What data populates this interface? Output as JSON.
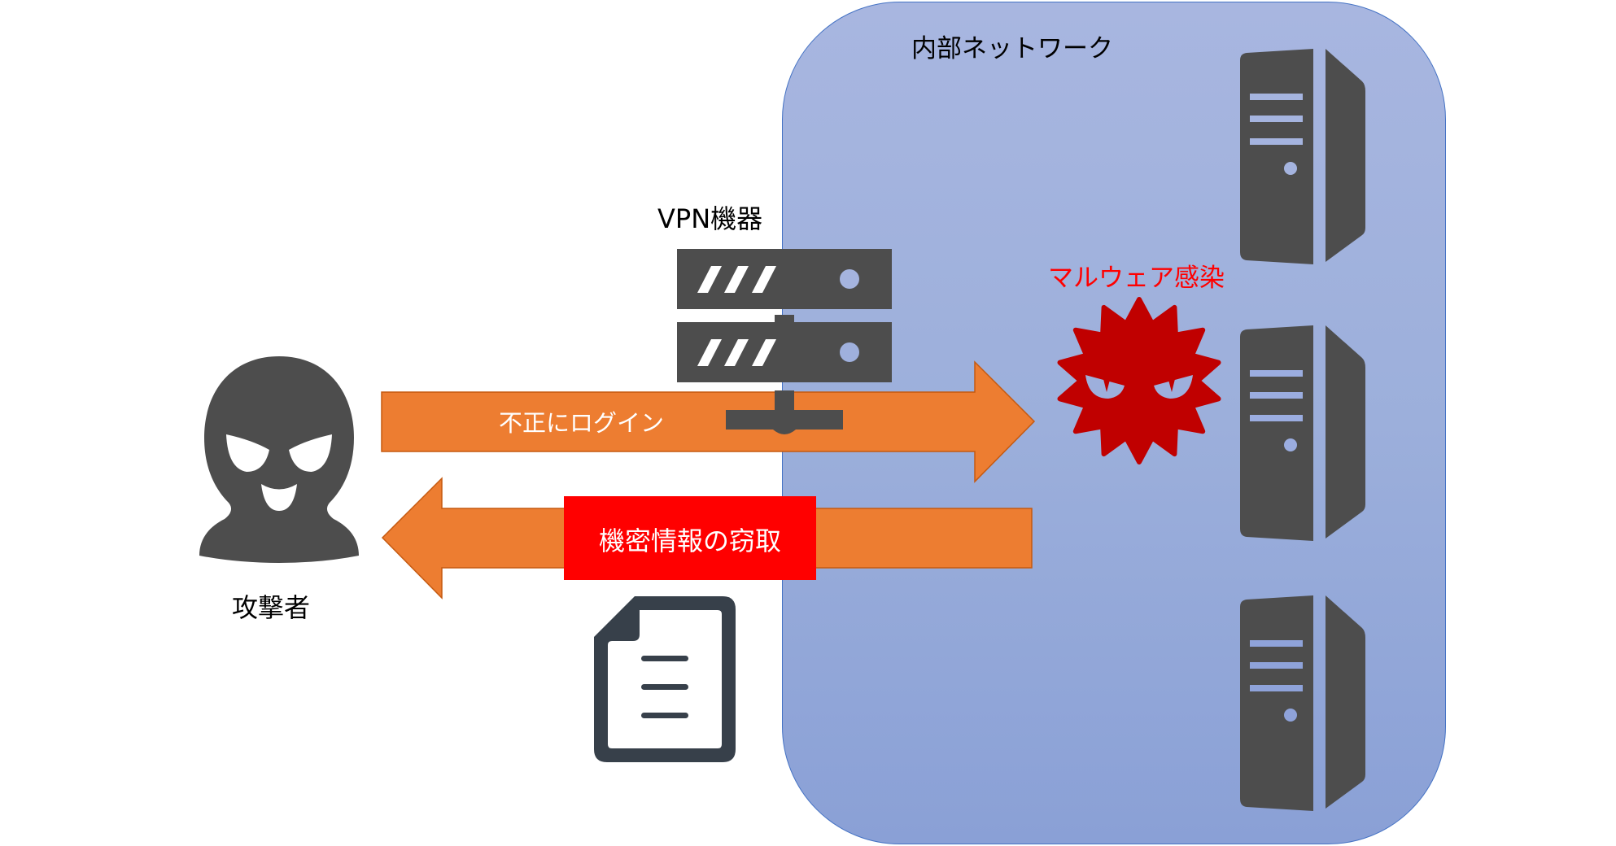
{
  "diagram": {
    "network_zone": {
      "label": "内部ネットワーク"
    },
    "vpn_device": {
      "label": "VPN機器",
      "icon": "server-rack-icon"
    },
    "attacker": {
      "label": "攻撃者",
      "icon": "masked-attacker-icon"
    },
    "malware": {
      "label": "マルウェア感染",
      "icon": "virus-icon"
    },
    "arrows": [
      {
        "direction": "right",
        "label": "不正にログイン"
      },
      {
        "direction": "left",
        "label": "機密情報の窃取"
      }
    ],
    "servers": [
      {
        "icon": "server-tower-icon"
      },
      {
        "icon": "server-tower-icon"
      },
      {
        "icon": "server-tower-icon"
      }
    ],
    "document": {
      "icon": "document-icon"
    },
    "colors": {
      "arrow_fill": "#ed7d31",
      "arrow_stroke": "#c55a11",
      "icon_dark": "#4d4d4d",
      "virus_red": "#c00000",
      "alert_red": "#ff0000",
      "network_border": "#4472c4",
      "document_dark": "#37404a"
    }
  }
}
